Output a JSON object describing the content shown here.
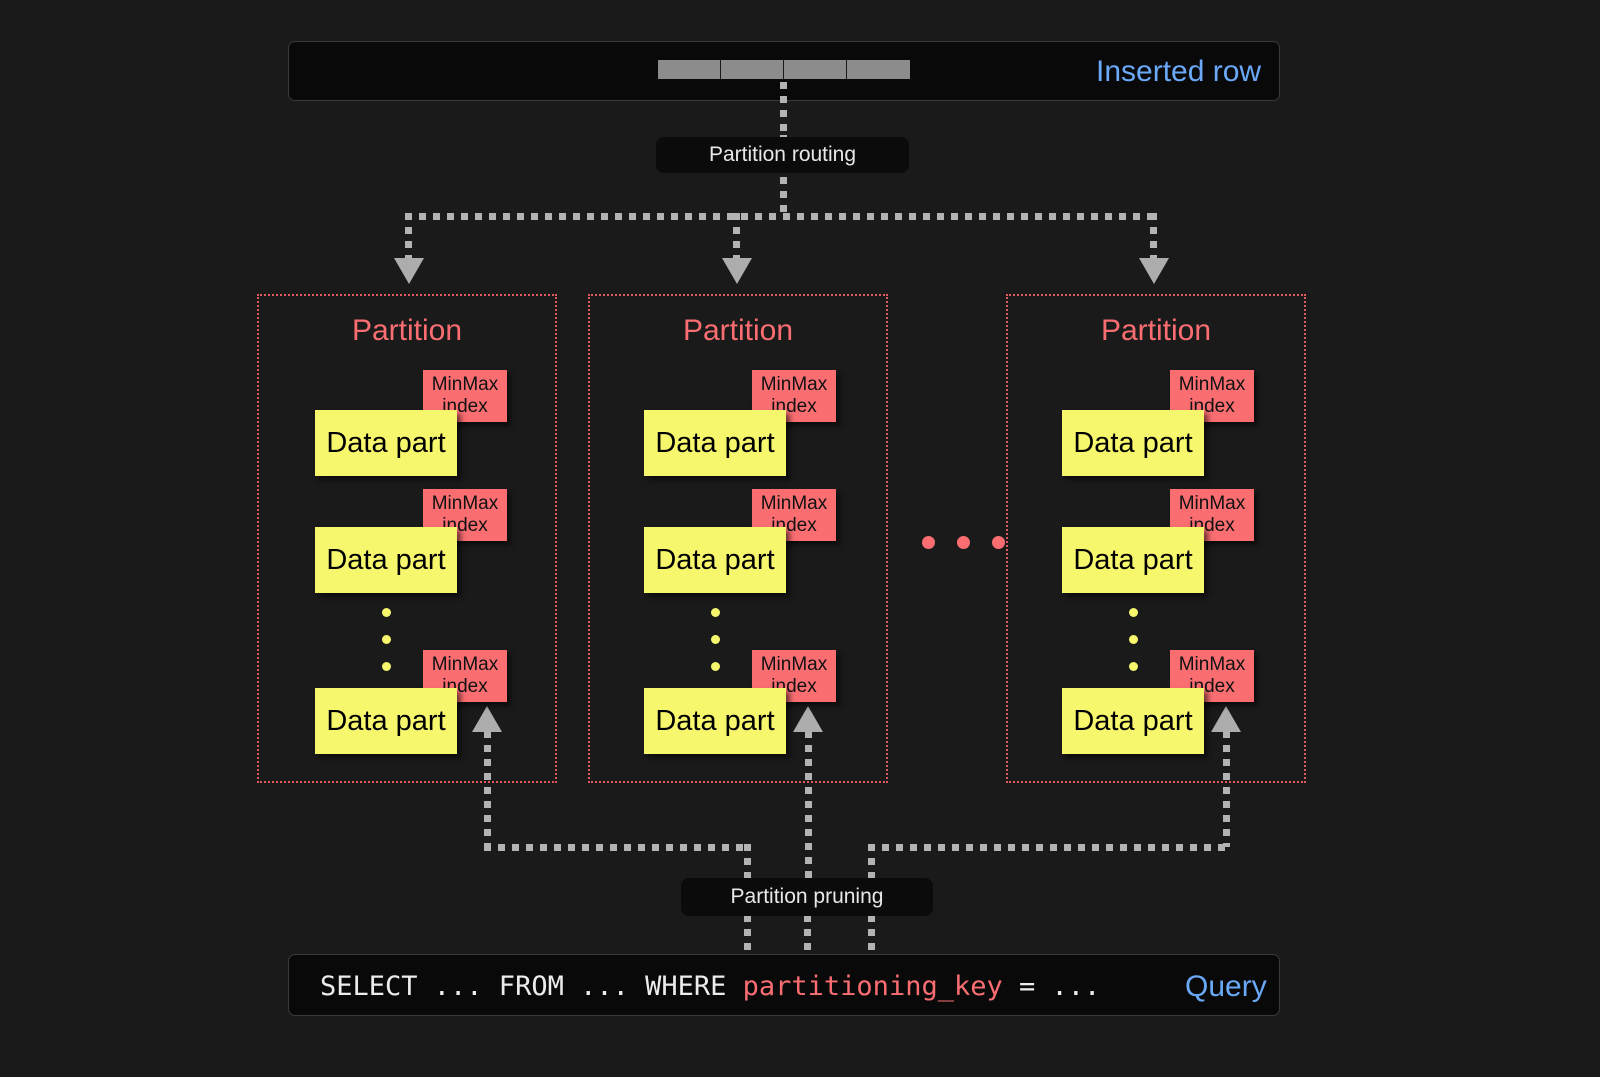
{
  "diagram": {
    "title": "Partition routing and partition pruning",
    "background_color": "#1a1a1a",
    "accent_red": "#fa6e72",
    "accent_yellow": "#f7f76e",
    "accent_blue": "#6aa9f7",
    "connector_color": "#b3b3b3"
  },
  "inserted_row": {
    "label": "Inserted row",
    "cell_count": 4,
    "cell_color": "#8c8c8c"
  },
  "routing": {
    "label": "Partition routing",
    "branch_count": 3
  },
  "partitions": [
    {
      "title": "Partition",
      "parts": [
        {
          "part_label": "Data part",
          "index_label_line1": "MinMax",
          "index_label_line2": "index"
        },
        {
          "part_label": "Data part",
          "index_label_line1": "MinMax",
          "index_label_line2": "index"
        },
        {
          "part_label": "Data part",
          "index_label_line1": "MinMax",
          "index_label_line2": "index"
        }
      ],
      "ellipsis_dots": 3
    },
    {
      "title": "Partition",
      "parts": [
        {
          "part_label": "Data part",
          "index_label_line1": "MinMax",
          "index_label_line2": "index"
        },
        {
          "part_label": "Data part",
          "index_label_line1": "MinMax",
          "index_label_line2": "index"
        },
        {
          "part_label": "Data part",
          "index_label_line1": "MinMax",
          "index_label_line2": "index"
        }
      ],
      "ellipsis_dots": 3
    },
    {
      "title": "Partition",
      "parts": [
        {
          "part_label": "Data part",
          "index_label_line1": "MinMax",
          "index_label_line2": "index"
        },
        {
          "part_label": "Data part",
          "index_label_line1": "MinMax",
          "index_label_line2": "index"
        },
        {
          "part_label": "Data part",
          "index_label_line1": "MinMax",
          "index_label_line2": "index"
        }
      ],
      "ellipsis_dots": 3
    }
  ],
  "between_partitions_ellipsis": {
    "dot_count": 3,
    "color": "#fa6e72"
  },
  "pruning": {
    "label": "Partition pruning"
  },
  "query": {
    "label": "Query",
    "sql_prefix": "SELECT ... FROM ... WHERE ",
    "sql_key": "partitioning_key",
    "sql_suffix": " = ..."
  }
}
